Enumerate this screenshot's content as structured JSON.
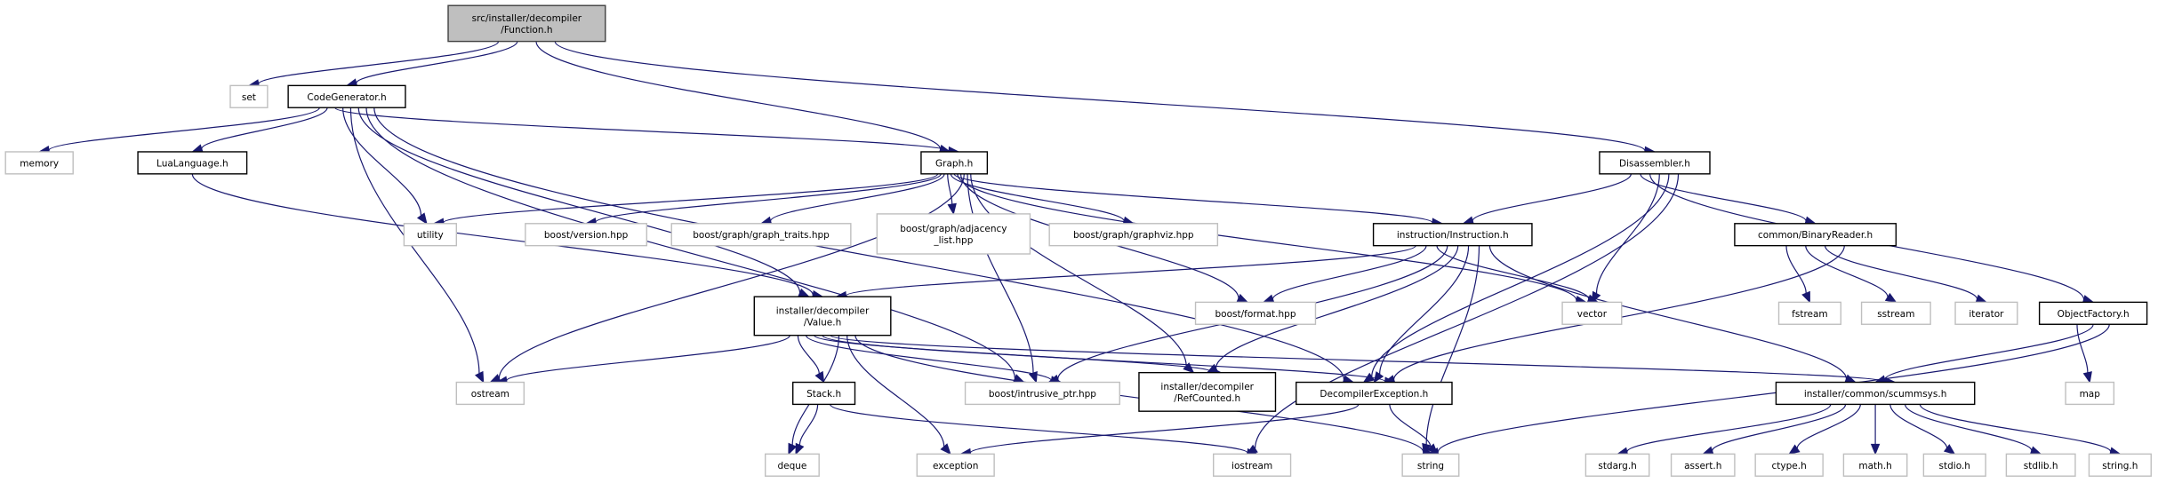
{
  "diagram": {
    "type": "include-dependency-graph",
    "colors": {
      "edge": "#191970",
      "root_fill": "#bfbfbf",
      "root_border": "#404040",
      "documented_border": "#000000",
      "external_border": "#bfbfbf"
    },
    "nodes": [
      {
        "id": "function",
        "lines": [
          "src/installer/decompiler",
          "/Function.h"
        ],
        "kind": "root"
      },
      {
        "id": "set",
        "lines": [
          "set"
        ],
        "kind": "external"
      },
      {
        "id": "codegen",
        "lines": [
          "CodeGenerator.h"
        ],
        "kind": "documented"
      },
      {
        "id": "memory",
        "lines": [
          "memory"
        ],
        "kind": "external"
      },
      {
        "id": "lua",
        "lines": [
          "LuaLanguage.h"
        ],
        "kind": "documented"
      },
      {
        "id": "graph",
        "lines": [
          "Graph.h"
        ],
        "kind": "documented"
      },
      {
        "id": "disasm",
        "lines": [
          "Disassembler.h"
        ],
        "kind": "documented"
      },
      {
        "id": "utility",
        "lines": [
          "utility"
        ],
        "kind": "external"
      },
      {
        "id": "bversion",
        "lines": [
          "boost/version.hpp"
        ],
        "kind": "external"
      },
      {
        "id": "btraits",
        "lines": [
          "boost/graph/graph_traits.hpp"
        ],
        "kind": "external"
      },
      {
        "id": "badj",
        "lines": [
          "boost/graph/adjacency",
          "_list.hpp"
        ],
        "kind": "external"
      },
      {
        "id": "bgraphviz",
        "lines": [
          "boost/graph/graphviz.hpp"
        ],
        "kind": "external"
      },
      {
        "id": "instr",
        "lines": [
          "instruction/Instruction.h"
        ],
        "kind": "documented"
      },
      {
        "id": "binreader",
        "lines": [
          "common/BinaryReader.h"
        ],
        "kind": "documented"
      },
      {
        "id": "value",
        "lines": [
          "installer/decompiler",
          "/Value.h"
        ],
        "kind": "documented"
      },
      {
        "id": "bformat",
        "lines": [
          "boost/format.hpp"
        ],
        "kind": "external"
      },
      {
        "id": "vector",
        "lines": [
          "vector"
        ],
        "kind": "external"
      },
      {
        "id": "fstream",
        "lines": [
          "fstream"
        ],
        "kind": "external"
      },
      {
        "id": "sstream",
        "lines": [
          "sstream"
        ],
        "kind": "external"
      },
      {
        "id": "iterator",
        "lines": [
          "iterator"
        ],
        "kind": "external"
      },
      {
        "id": "objfactory",
        "lines": [
          "ObjectFactory.h"
        ],
        "kind": "documented"
      },
      {
        "id": "ostream",
        "lines": [
          "ostream"
        ],
        "kind": "external"
      },
      {
        "id": "stack",
        "lines": [
          "Stack.h"
        ],
        "kind": "documented"
      },
      {
        "id": "bintrusive",
        "lines": [
          "boost/intrusive_ptr.hpp"
        ],
        "kind": "external"
      },
      {
        "id": "refcounted",
        "lines": [
          "installer/decompiler",
          "/RefCounted.h"
        ],
        "kind": "documented"
      },
      {
        "id": "decexc",
        "lines": [
          "DecompilerException.h"
        ],
        "kind": "documented"
      },
      {
        "id": "scummsys",
        "lines": [
          "installer/common/scummsys.h"
        ],
        "kind": "documented"
      },
      {
        "id": "map",
        "lines": [
          "map"
        ],
        "kind": "external"
      },
      {
        "id": "deque",
        "lines": [
          "deque"
        ],
        "kind": "external"
      },
      {
        "id": "exception",
        "lines": [
          "exception"
        ],
        "kind": "external"
      },
      {
        "id": "iostream",
        "lines": [
          "iostream"
        ],
        "kind": "external"
      },
      {
        "id": "string",
        "lines": [
          "string"
        ],
        "kind": "external"
      },
      {
        "id": "stdarg",
        "lines": [
          "stdarg.h"
        ],
        "kind": "external"
      },
      {
        "id": "assert",
        "lines": [
          "assert.h"
        ],
        "kind": "external"
      },
      {
        "id": "ctype",
        "lines": [
          "ctype.h"
        ],
        "kind": "external"
      },
      {
        "id": "math",
        "lines": [
          "math.h"
        ],
        "kind": "external"
      },
      {
        "id": "stdio",
        "lines": [
          "stdio.h"
        ],
        "kind": "external"
      },
      {
        "id": "stdlib",
        "lines": [
          "stdlib.h"
        ],
        "kind": "external"
      },
      {
        "id": "stringh",
        "lines": [
          "string.h"
        ],
        "kind": "external"
      }
    ],
    "edges": [
      [
        "function",
        "set"
      ],
      [
        "function",
        "codegen"
      ],
      [
        "function",
        "graph"
      ],
      [
        "function",
        "disasm"
      ],
      [
        "codegen",
        "memory"
      ],
      [
        "codegen",
        "lua"
      ],
      [
        "codegen",
        "graph"
      ],
      [
        "codegen",
        "utility"
      ],
      [
        "codegen",
        "ostream"
      ],
      [
        "codegen",
        "value"
      ],
      [
        "codegen",
        "bintrusive"
      ],
      [
        "codegen",
        "decexc"
      ],
      [
        "lua",
        "value"
      ],
      [
        "graph",
        "utility"
      ],
      [
        "graph",
        "bversion"
      ],
      [
        "graph",
        "btraits"
      ],
      [
        "graph",
        "badj"
      ],
      [
        "graph",
        "bgraphviz"
      ],
      [
        "graph",
        "instr"
      ],
      [
        "graph",
        "vector"
      ],
      [
        "graph",
        "bformat"
      ],
      [
        "graph",
        "ostream"
      ],
      [
        "graph",
        "bintrusive"
      ],
      [
        "graph",
        "refcounted"
      ],
      [
        "disasm",
        "instr"
      ],
      [
        "disasm",
        "binreader"
      ],
      [
        "disasm",
        "objfactory"
      ],
      [
        "disasm",
        "vector"
      ],
      [
        "disasm",
        "decexc"
      ],
      [
        "disasm",
        "iostream"
      ],
      [
        "instr",
        "value"
      ],
      [
        "instr",
        "bformat"
      ],
      [
        "instr",
        "vector"
      ],
      [
        "instr",
        "bintrusive"
      ],
      [
        "instr",
        "refcounted"
      ],
      [
        "instr",
        "decexc"
      ],
      [
        "instr",
        "string"
      ],
      [
        "instr",
        "scummsys"
      ],
      [
        "binreader",
        "fstream"
      ],
      [
        "binreader",
        "sstream"
      ],
      [
        "binreader",
        "iterator"
      ],
      [
        "binreader",
        "decexc"
      ],
      [
        "objfactory",
        "map"
      ],
      [
        "objfactory",
        "scummsys"
      ],
      [
        "objfactory",
        "string"
      ],
      [
        "value",
        "ostream"
      ],
      [
        "value",
        "stack"
      ],
      [
        "value",
        "bintrusive"
      ],
      [
        "value",
        "refcounted"
      ],
      [
        "value",
        "decexc"
      ],
      [
        "value",
        "scummsys"
      ],
      [
        "value",
        "deque"
      ],
      [
        "value",
        "exception"
      ],
      [
        "value",
        "string"
      ],
      [
        "stack",
        "deque"
      ],
      [
        "stack",
        "iostream"
      ],
      [
        "decexc",
        "exception"
      ],
      [
        "decexc",
        "string"
      ],
      [
        "scummsys",
        "stdarg"
      ],
      [
        "scummsys",
        "assert"
      ],
      [
        "scummsys",
        "ctype"
      ],
      [
        "scummsys",
        "math"
      ],
      [
        "scummsys",
        "stdio"
      ],
      [
        "scummsys",
        "stdlib"
      ],
      [
        "scummsys",
        "stringh"
      ]
    ]
  }
}
